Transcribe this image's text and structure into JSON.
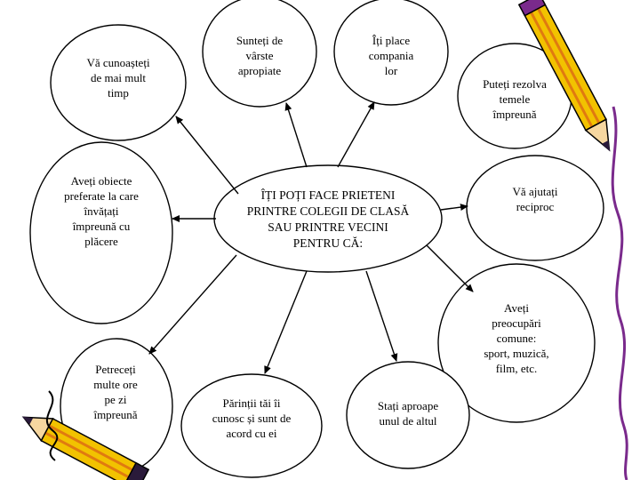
{
  "center": {
    "text": "ÎȚI POȚI FACE PRIETENI\nPRINTRE COLEGII DE CLASĂ\nSAU PRINTRE VECINI\nPENTRU CĂ:"
  },
  "bubbles": {
    "know_long": "Vă cunoașteți\nde mai mult\ntimp",
    "similar_age": "Sunteți de\nvârste\napropiate",
    "like_company": "Îți place\ncompania\nlor",
    "solve_together": "Puteți rezolva\ntemele\nîmpreună",
    "favorite_subjects": "Aveți obiecte\npreferate la care\nînvățați\nîmpreună cu\nplăcere",
    "help_each_other": "Vă ajutați\nreciproc",
    "common_interests": "Aveți\npreocupări\ncomune:\nsport, muzică,\nfilm, etc.",
    "spend_hours": "Petreceți\nmulte ore\npe zi\nîmpreună",
    "parents_know": "Părinții tăi îi\ncunosc și sunt de\nacord cu ei",
    "live_close": "Stați aproape\nunul de altul"
  },
  "colors": {
    "pencil_yellow": "#F2C200",
    "pencil_orange": "#E07A10",
    "pencil_purple": "#7A2A8C",
    "pencil_tip": "#2A1A3A"
  },
  "icons": [
    "pencil-icon-top-right",
    "pencil-icon-bottom-left"
  ]
}
